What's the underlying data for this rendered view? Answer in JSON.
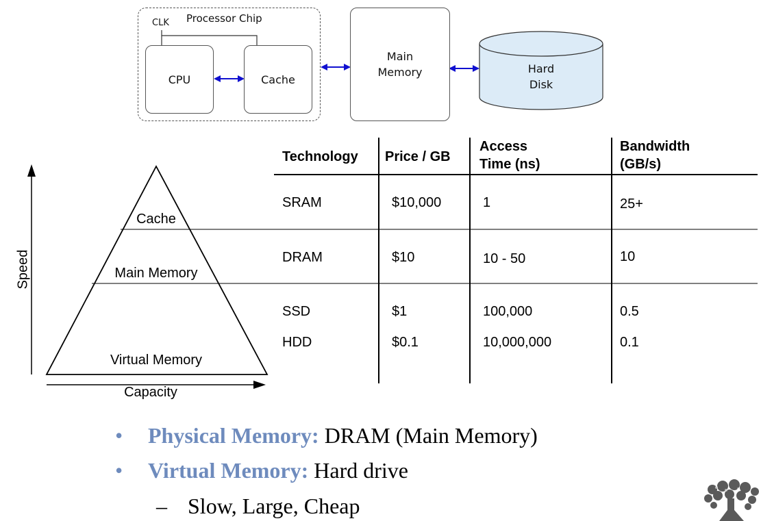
{
  "diagram": {
    "processor_chip_label": "Processor Chip",
    "clk_label": "CLK",
    "cpu_label": "CPU",
    "cache_label": "Cache",
    "main_memory_label": [
      "Main",
      "Memory"
    ],
    "hard_disk_label": [
      "Hard",
      "Disk"
    ]
  },
  "pyramid": {
    "levels": [
      "Cache",
      "Main Memory",
      "Virtual Memory"
    ],
    "y_axis_label": "Speed",
    "x_axis_label": "Capacity"
  },
  "table": {
    "headers": [
      "Technology",
      "Price / GB",
      "Access Time (ns)",
      "Bandwidth (GB/s)"
    ],
    "header_lines": {
      "access": [
        "Access",
        "Time (ns)"
      ],
      "bandwidth": [
        "Bandwidth",
        "(GB/s)"
      ]
    },
    "rows": [
      [
        "SRAM",
        "$10,000",
        "1",
        "25+"
      ],
      [
        "DRAM",
        "$10",
        "10 - 50",
        "10"
      ],
      [
        "SSD",
        "$1",
        "100,000",
        "0.5"
      ],
      [
        "HDD",
        "$0.1",
        "10,000,000",
        "0.1"
      ]
    ]
  },
  "bullets": [
    {
      "bold": "Physical Memory:",
      "text": " DRAM (Main Memory)"
    },
    {
      "bold": "Virtual Memory:",
      "text": " Hard drive"
    }
  ],
  "sub_bullet": "Slow, Large, Cheap",
  "colors": {
    "accent": "#6e8bbd",
    "arrow": "#1010d0",
    "disk_fill": "#dcebf7"
  }
}
